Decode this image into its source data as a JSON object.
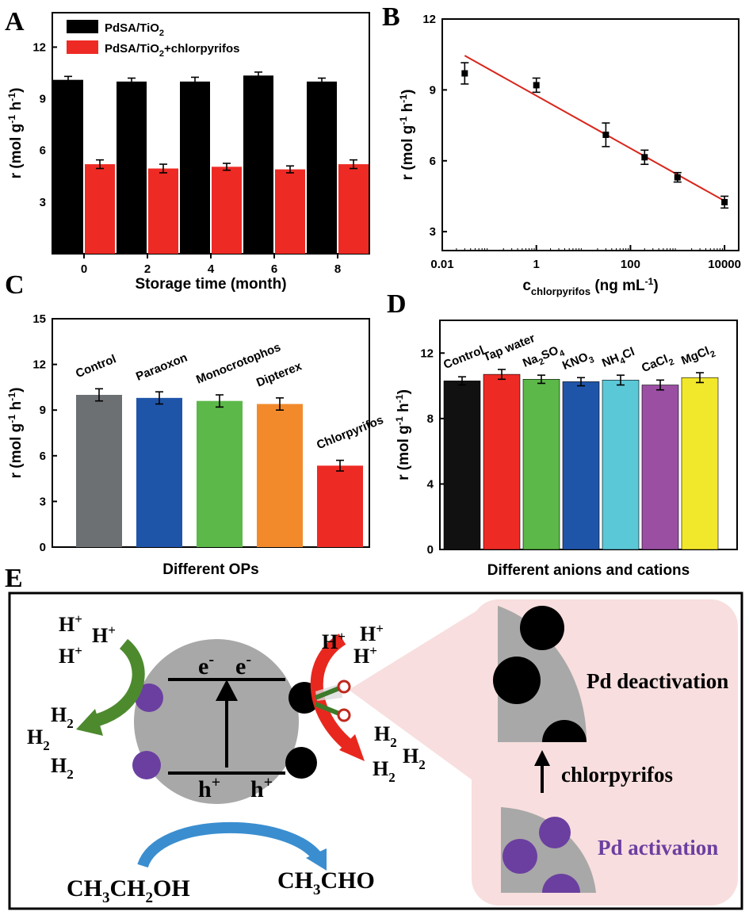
{
  "panels": {
    "A": "A",
    "B": "B",
    "C": "C",
    "D": "D",
    "E": "E"
  },
  "chart_data": [
    {
      "type": "bar",
      "panel": "A",
      "categories": [
        "0",
        "2",
        "4",
        "6",
        "8"
      ],
      "xlabel": "Storage time (month)",
      "ylabel_main": "r (mol g",
      "ylim": [
        0,
        14
      ],
      "yticks": [
        3,
        6,
        9,
        12
      ],
      "series": [
        {
          "name": "PdSA/TiO2",
          "legend": [
            "PdSA/TiO",
            "2",
            ""
          ],
          "color": "#000000",
          "values": [
            10.1,
            10.0,
            10.0,
            10.35,
            10.0
          ],
          "err": [
            0.2,
            0.2,
            0.25,
            0.2,
            0.2
          ]
        },
        {
          "name": "PdSA/TiO2+chlorpyrifos",
          "legend": [
            "PdSA/TiO",
            "2",
            "+chlorpyrifos"
          ],
          "color": "#ee2a24",
          "values": [
            5.2,
            4.95,
            5.05,
            4.9,
            5.2
          ],
          "err": [
            0.25,
            0.25,
            0.2,
            0.2,
            0.25
          ]
        }
      ]
    },
    {
      "type": "scatter",
      "panel": "B",
      "x_scale": "log",
      "xlim": [
        0.01,
        20000
      ],
      "ylim": [
        2.2,
        12
      ],
      "xticks": [
        0.01,
        1,
        100,
        10000
      ],
      "xtick_labels": [
        "0.01",
        "1",
        "100",
        "10000"
      ],
      "yticks": [
        3,
        6,
        9,
        12
      ],
      "xlabel_main": "c",
      "xlabel_sub": "chlorpyrifos",
      "xlabel_unit": "(ng mL",
      "points": [
        {
          "x": 0.03,
          "y": 9.7,
          "err": 0.45
        },
        {
          "x": 1,
          "y": 9.2,
          "err": 0.3
        },
        {
          "x": 30,
          "y": 7.1,
          "err": 0.5
        },
        {
          "x": 200,
          "y": 6.15,
          "err": 0.3
        },
        {
          "x": 1000,
          "y": 5.3,
          "err": 0.2
        },
        {
          "x": 10000,
          "y": 4.25,
          "err": 0.25
        }
      ],
      "fit_line": {
        "x": [
          0.03,
          10000
        ],
        "y": [
          10.45,
          4.3
        ],
        "color": "#d9261c"
      }
    },
    {
      "type": "bar",
      "panel": "C",
      "categories": [
        "Control",
        "Paraoxon",
        "Monocrotophos",
        "Dipterex",
        "Chlorpyrifos"
      ],
      "xlabel": "Different OPs",
      "ylim": [
        0,
        15
      ],
      "yticks": [
        0,
        3,
        6,
        9,
        12,
        15
      ],
      "values": [
        10.0,
        9.8,
        9.6,
        9.4,
        5.35
      ],
      "err": [
        0.4,
        0.4,
        0.4,
        0.4,
        0.35
      ],
      "colors": [
        "#6d7072",
        "#1f55a9",
        "#5cb848",
        "#f28a2c",
        "#ee2a24"
      ]
    },
    {
      "type": "bar",
      "panel": "D",
      "categories": [
        "Control",
        "Tap water",
        "Na2SO4",
        "KNO3",
        "NH4Cl",
        "CaCl2",
        "MgCl2"
      ],
      "category_labels": [
        [
          "Control"
        ],
        [
          "Tap water"
        ],
        [
          "Na",
          "2",
          "SO",
          "4"
        ],
        [
          "KNO",
          "3"
        ],
        [
          "NH",
          "4",
          "Cl"
        ],
        [
          "CaCl",
          "2"
        ],
        [
          "MgCl",
          "2"
        ]
      ],
      "xlabel": "Different anions and cations",
      "ylim": [
        0,
        14
      ],
      "yticks": [
        0,
        4,
        8,
        12
      ],
      "values": [
        10.3,
        10.7,
        10.4,
        10.25,
        10.35,
        10.05,
        10.5
      ],
      "err": [
        0.25,
        0.3,
        0.25,
        0.25,
        0.3,
        0.3,
        0.3
      ],
      "colors": [
        "#111111",
        "#ee2a24",
        "#5cb848",
        "#1f55a9",
        "#5bc8d8",
        "#9a4fa3",
        "#f2e82b"
      ]
    }
  ],
  "ylabel": {
    "main": "r (mol g",
    "sup1": "-1",
    "mid": " h",
    "sup2": "-1",
    "end": ")"
  },
  "scheme": {
    "h_plus": "H",
    "plus": "+",
    "h2": "H",
    "two": "2",
    "e_minus": "e",
    "minus": "-",
    "h_hole": "h",
    "reactant": [
      "CH",
      "3",
      "CH",
      "2",
      "OH"
    ],
    "product": [
      "CH",
      "3",
      "CHO"
    ],
    "pd_deactivation": "Pd deactivation",
    "chlorpyrifos": "chlorpyrifos",
    "pd_activation": "Pd activation",
    "colors": {
      "purple": "#6b3fa0",
      "green": "#4d8a2e",
      "red": "#e8281e",
      "blue": "#3a8ed0",
      "gray": "#a8a8a8",
      "pink": "#f8dede"
    }
  }
}
